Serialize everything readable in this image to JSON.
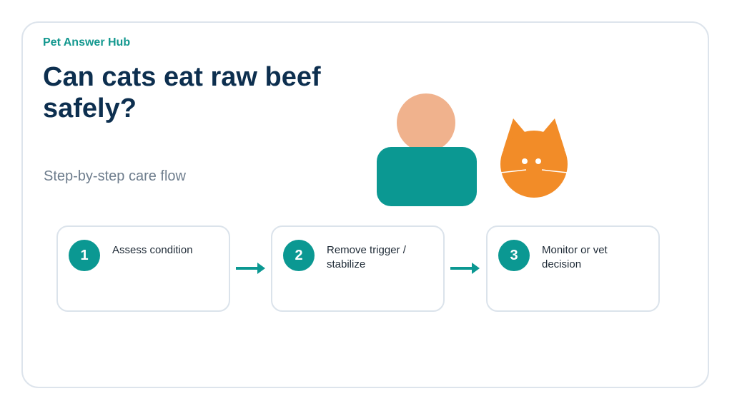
{
  "header": {
    "brand": "Pet Answer Hub",
    "title": "Can cats eat raw beef safely?",
    "subtitle": "Step-by-step care flow"
  },
  "illustration": {
    "person": "person-icon",
    "cat": "cat-face-icon"
  },
  "steps": [
    {
      "number": "1",
      "label": "Assess condition"
    },
    {
      "number": "2",
      "label": "Remove trigger / stabilize"
    },
    {
      "number": "3",
      "label": "Monitor or vet decision"
    }
  ],
  "colors": {
    "accent": "#0b9892",
    "title": "#0d2f4f",
    "cat": "#f28c28",
    "skin": "#f0b28d",
    "border": "#dde4ec"
  }
}
